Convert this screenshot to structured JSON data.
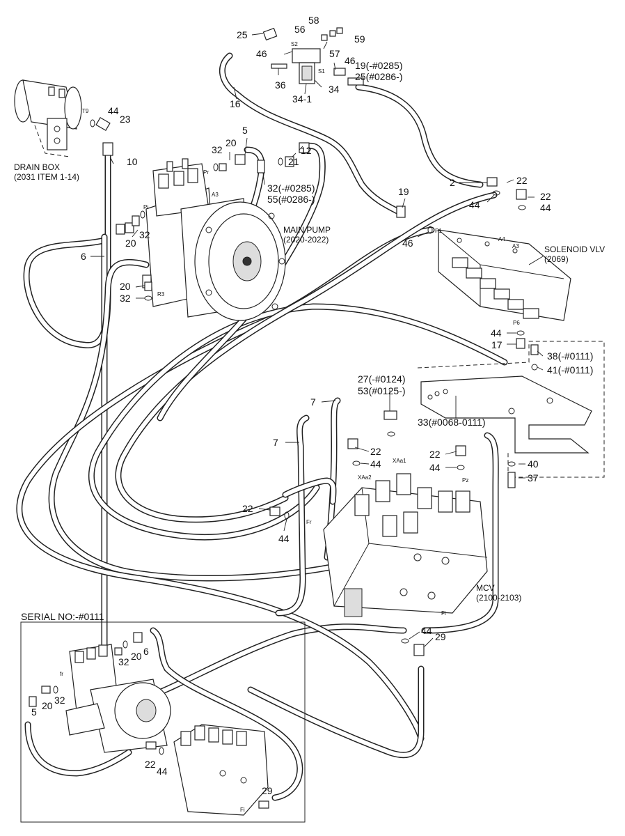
{
  "callouts": {
    "c25a": "25",
    "c58": "58",
    "c56": "56",
    "c59": "59",
    "c46a": "46",
    "c57": "57",
    "c46b": "46",
    "c19a": "19(-#0285)",
    "c25b": "25(#0286-)",
    "c36": "36",
    "c34": "34",
    "c34_1": "34-1",
    "c16": "16",
    "c44a": "44",
    "c23": "23",
    "c10": "10",
    "c5": "5",
    "c32a": "32",
    "c20a": "20",
    "c21": "21",
    "c12": "12",
    "c32b": "32(-#0285)",
    "c55": "55(#0286-)",
    "c2": "2",
    "c22a": "22",
    "c22b": "22",
    "c44b": "44",
    "c44c": "44",
    "c19b": "19",
    "c46c": "46",
    "c20b": "20",
    "c32c": "32",
    "c6": "6",
    "c20c": "20",
    "c32d": "32",
    "c44d": "44",
    "c17": "17",
    "c38": "38(-#0111)",
    "c41": "41(-#0111)",
    "c27": "27(-#0124)",
    "c53": "53(#0125-)",
    "c7a": "7",
    "c7b": "7",
    "c33": "33(#0068-0111)",
    "c22c": "22",
    "c44e": "44",
    "c22d": "22",
    "c44f": "44",
    "c40": "40",
    "c37": "37",
    "c22e": "22",
    "c44g": "44",
    "c44h": "44",
    "c29": "29",
    "s32a": "32",
    "s20a": "20",
    "s6": "6",
    "s5": "5",
    "s20b": "20",
    "s32b": "32",
    "s22": "22",
    "s44": "44",
    "s29": "29"
  },
  "labels": {
    "drain_box": "DRAIN BOX",
    "drain_box_ref": "(2031 ITEM 1-14)",
    "main_pump": "MAIN PUMP",
    "main_pump_ref": "(2020-2022)",
    "solenoid_vlv": "SOLENOID VLV",
    "solenoid_vlv_ref": "(2069)",
    "mcv": "MCV",
    "mcv_ref": "(2100-2103)",
    "serial_no": "SERIAL NO:-#0111"
  },
  "ports": {
    "s2": "S2",
    "s1": "S1",
    "t9": "T9",
    "pr": "Pr",
    "a3": "A3",
    "pi": "Pi",
    "r3": "R3",
    "p1": "P1",
    "a4": "A4",
    "a3b": "A3",
    "p6": "P6",
    "xaa1": "XAa1",
    "xaa2": "XAa2",
    "pz": "Pz",
    "fr": "Fr",
    "fi": "Fi",
    "sfr": "fr",
    "sfi": "Fi"
  }
}
